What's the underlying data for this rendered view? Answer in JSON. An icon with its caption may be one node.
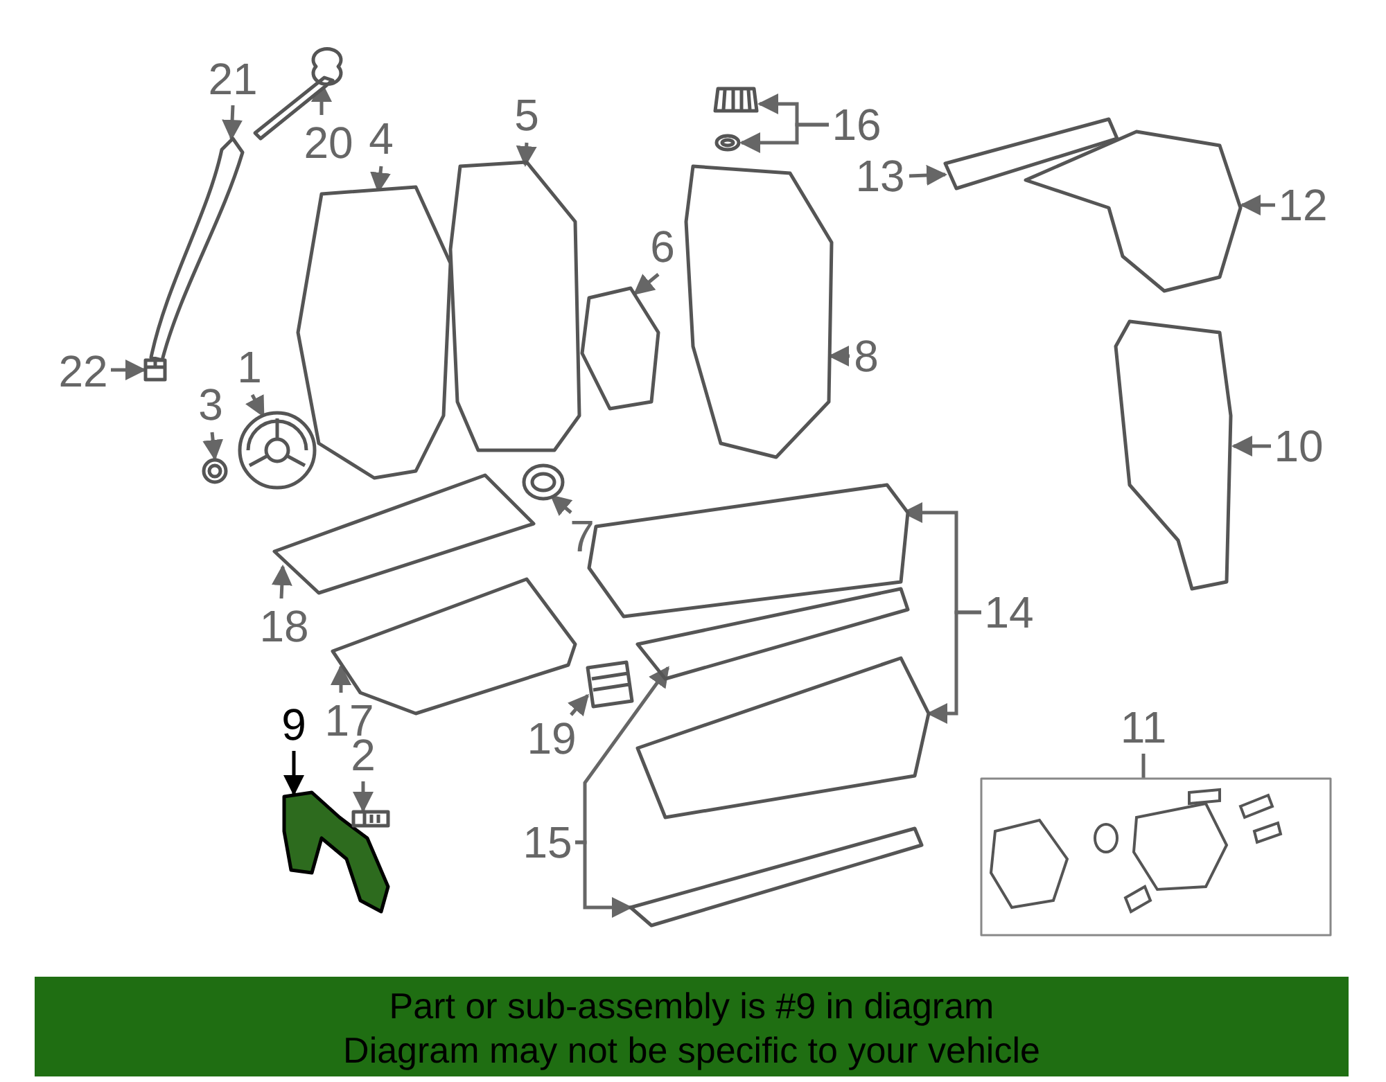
{
  "diagram": {
    "nodes": [
      {
        "text": [
          "21"
        ]
      },
      {
        "text": [],
        "shape": "picture"
      },
      {
        "text": [
          "20"
        ]
      },
      {
        "text": [],
        "shape": "picture"
      },
      {
        "text": [
          "4"
        ]
      },
      {
        "text": [],
        "shape": "picture"
      },
      {
        "text": [
          "5"
        ]
      },
      {
        "text": [],
        "shape": "picture"
      },
      {
        "text": [
          "16"
        ]
      },
      {
        "text": [],
        "shape": "picture"
      },
      {
        "text": [],
        "shape": "circle"
      },
      {
        "text": [
          "13"
        ]
      },
      {
        "text": [],
        "shape": "picture"
      },
      {
        "text": [
          "12"
        ]
      },
      {
        "text": [],
        "shape": "picture"
      },
      {
        "text": [
          "6"
        ]
      },
      {
        "text": [],
        "shape": "picture"
      },
      {
        "text": [
          "22"
        ]
      },
      {
        "text": [],
        "shape": "picture"
      },
      {
        "text": [
          "8"
        ]
      },
      {
        "text": [],
        "shape": "picture"
      },
      {
        "text": [
          "1"
        ]
      },
      {
        "text": [],
        "shape": "picture"
      },
      {
        "text": [
          "3"
        ]
      },
      {
        "text": [],
        "shape": "circle"
      },
      {
        "text": [
          "10"
        ]
      },
      {
        "text": [],
        "shape": "picture"
      },
      {
        "text": [
          "7"
        ]
      },
      {
        "text": [],
        "shape": "circle"
      },
      {
        "text": [
          "14"
        ]
      },
      {
        "text": [],
        "shape": "picture"
      },
      {
        "text": [],
        "shape": "picture"
      },
      {
        "text": [
          "18"
        ]
      },
      {
        "text": [],
        "shape": "picture"
      },
      {
        "text": [
          "17"
        ]
      },
      {
        "text": [],
        "shape": "picture"
      },
      {
        "text": [
          "19"
        ]
      },
      {
        "text": [],
        "shape": "picture"
      },
      {
        "text": [
          "9"
        ]
      },
      {
        "text": [],
        "shape": "picture"
      },
      {
        "text": [
          "2"
        ]
      },
      {
        "text": [],
        "shape": "picture"
      },
      {
        "text": [
          "15"
        ]
      },
      {
        "text": [],
        "shape": "picture"
      },
      {
        "text": [],
        "shape": "picture"
      },
      {
        "text": [
          "11"
        ]
      },
      {
        "text": [],
        "shape": "box"
      }
    ],
    "edges": [
      {
        "from": 0,
        "to": 1,
        "arrow": "to"
      },
      {
        "from": 2,
        "to": 3,
        "arrow": "to"
      },
      {
        "from": 4,
        "to": 5,
        "arrow": "to"
      },
      {
        "from": 6,
        "to": 7,
        "arrow": "to"
      },
      {
        "from": 8,
        "to": 9,
        "arrow": "to"
      },
      {
        "from": 8,
        "to": 10,
        "arrow": "to"
      },
      {
        "from": 11,
        "to": 12,
        "arrow": "to"
      },
      {
        "from": 13,
        "to": 14,
        "arrow": "to"
      },
      {
        "from": 15,
        "to": 16,
        "arrow": "to"
      },
      {
        "from": 17,
        "to": 18,
        "arrow": "to"
      },
      {
        "from": 19,
        "to": 20,
        "arrow": "to"
      },
      {
        "from": 21,
        "to": 22,
        "arrow": "to"
      },
      {
        "from": 23,
        "to": 24,
        "arrow": "to"
      },
      {
        "from": 25,
        "to": 26,
        "arrow": "to"
      },
      {
        "from": 27,
        "to": 28,
        "arrow": "to"
      },
      {
        "from": 29,
        "to": 30,
        "arrow": "to"
      },
      {
        "from": 29,
        "to": 31,
        "arrow": "to"
      },
      {
        "from": 32,
        "to": 33,
        "arrow": "to"
      },
      {
        "from": 34,
        "to": 35,
        "arrow": "to"
      },
      {
        "from": 36,
        "to": 37,
        "arrow": "to"
      },
      {
        "from": 38,
        "to": 39,
        "arrow": "to",
        "color": "#000000"
      },
      {
        "from": 40,
        "to": 41,
        "arrow": "to"
      },
      {
        "from": 42,
        "to": 43,
        "arrow": "to"
      },
      {
        "from": 42,
        "to": 44,
        "arrow": "to"
      },
      {
        "from": 45,
        "to": 46,
        "arrow": "none"
      }
    ],
    "labels": [
      "Part or sub-assembly is #9 in diagram",
      "Diagram may not be specific to your vehicle"
    ]
  }
}
